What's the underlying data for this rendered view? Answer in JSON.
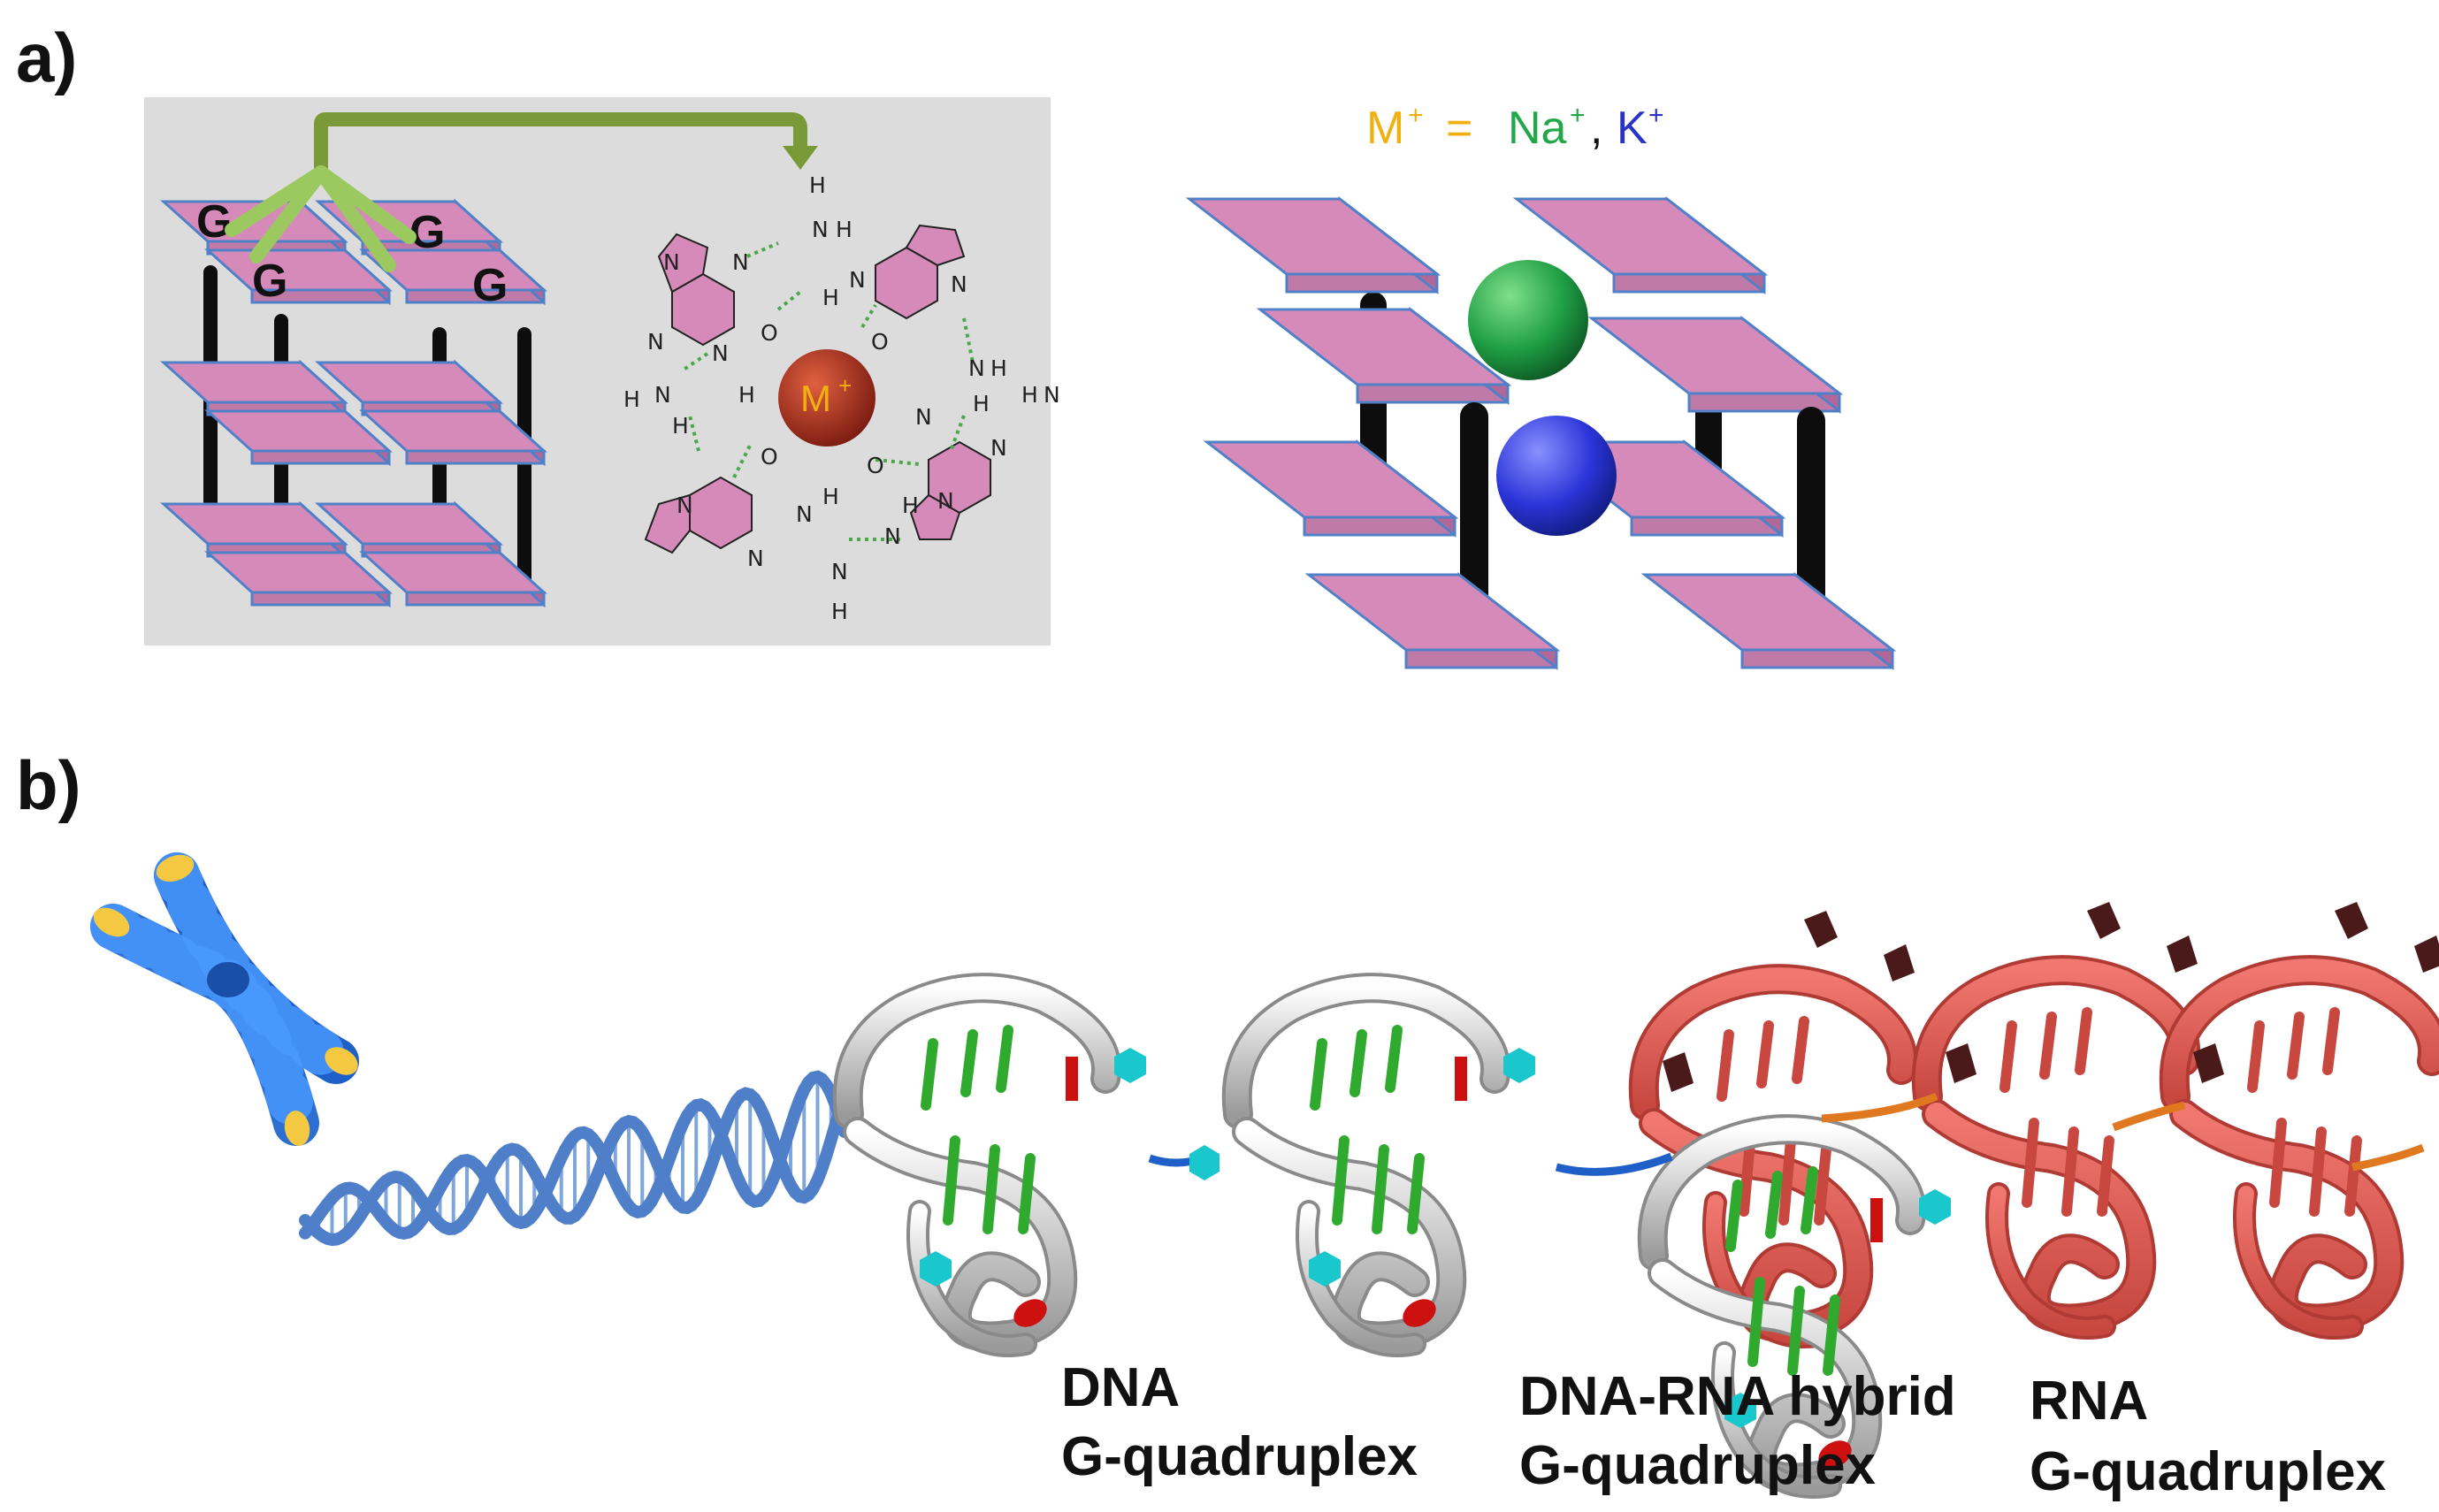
{
  "panels": {
    "a_label": "a)",
    "b_label": "b)"
  },
  "stack_left": {
    "g_labels": [
      "G",
      "G",
      "G",
      "G"
    ]
  },
  "tetrad": {
    "ion_label": "M",
    "ion_sup": "+",
    "atom_N": "N",
    "atom_H": "H",
    "atom_O": "O"
  },
  "ions_eq": {
    "M": "M",
    "M_sup": "+",
    "eq_sign": "=",
    "Na": "Na",
    "Na_sup": "+",
    "comma": ",",
    "K": "K",
    "K_sup": "+"
  },
  "captions": {
    "dna_line1": "DNA",
    "dna_line2": "G-quadruplex",
    "hybrid_line1": "DNA-RNA hybrid",
    "hybrid_line2": "G-quadruplex",
    "rna_line1": "RNA",
    "rna_line2": "G-quadruplex"
  },
  "colors": {
    "tetrad_fill": "#d58ab9",
    "tetrad_edge": "#4f80c8",
    "pillar": "#0d0d0d",
    "arrow": "#7a9a3a",
    "arrow_light": "#9cc860",
    "ion_M": "#f2b010",
    "ion_Na": "#22a84a",
    "ion_K": "#2a34c8",
    "panel_bg": "#dcdcdc",
    "dna_helix": "#4f7fc8",
    "dna_ribbon": "#e6e6e6",
    "rna_ribbon": "#e8605a",
    "chromosome": "#2c6fd0",
    "telomere": "#f5c842",
    "linker_dna": "#1f5fc8",
    "linker_rna": "#e07820",
    "base_green": "#2faa2f",
    "base_cyan": "#19c7cc",
    "base_red": "#cc1010"
  }
}
